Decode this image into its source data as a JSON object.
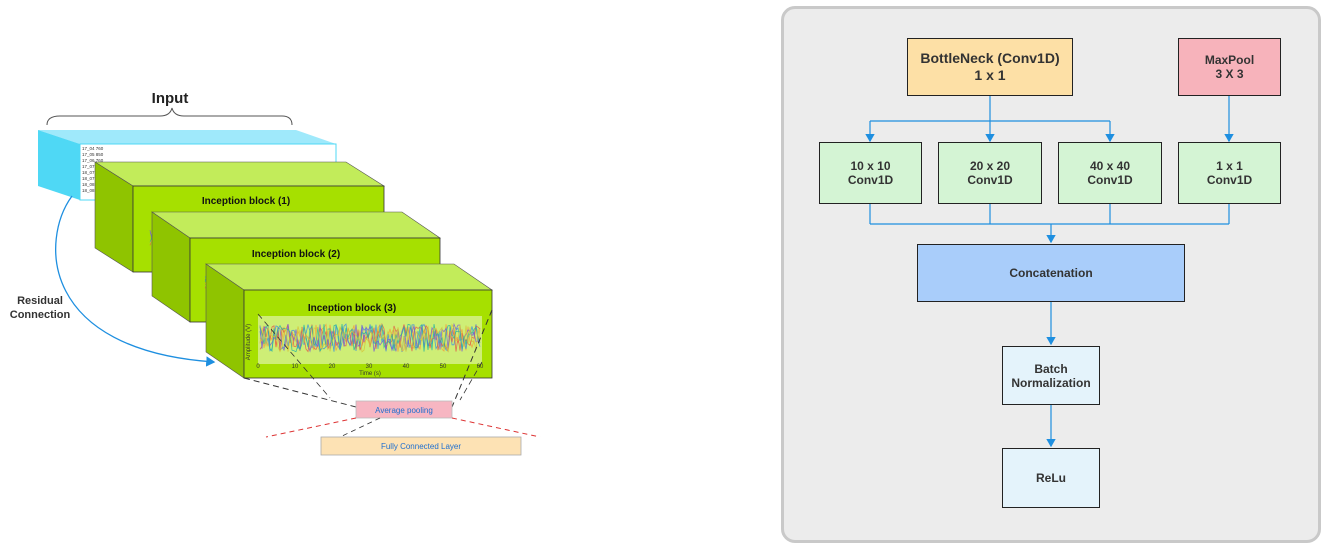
{
  "left": {
    "input_label": "Input",
    "blocks": [
      "Inception block (1)",
      "Inception block (2)",
      "Inception block (3)"
    ],
    "residual_label": [
      "Residual",
      "Connection"
    ],
    "ylabel": "Amplitude (V)",
    "xlabel": "Time (s)",
    "xticks": [
      "0",
      "10",
      "20",
      "30",
      "40",
      "50",
      "60"
    ],
    "avg_pool": "Average pooling",
    "fc_layer": "Fully Connected Layer",
    "input_rows": [
      "17_04 760",
      "17_05 850",
      "17_06 760",
      "17_07 850",
      "18_07 760",
      "18_07 850",
      "18_08 760",
      "18_08 850"
    ]
  },
  "right": {
    "bottleneck": [
      "BottleNeck (Conv1D)",
      "1 x 1"
    ],
    "maxpool": [
      "MaxPool",
      "3 X 3"
    ],
    "convs": [
      [
        "10 x 10",
        "Conv1D"
      ],
      [
        "20 x 20",
        "Conv1D"
      ],
      [
        "40 x 40",
        "Conv1D"
      ],
      [
        "1 x 1",
        "Conv1D"
      ]
    ],
    "concat": "Concatenation",
    "batchnorm": [
      "Batch",
      "Normalization"
    ],
    "relu": "ReLu"
  },
  "colors": {
    "input_cyan": "#4fd8f5",
    "block_green": "#a6e000",
    "arrow_blue": "#1e8fe0",
    "avg_pool_pink": "#f7b6c2",
    "fc_orange": "#fde2b4"
  }
}
